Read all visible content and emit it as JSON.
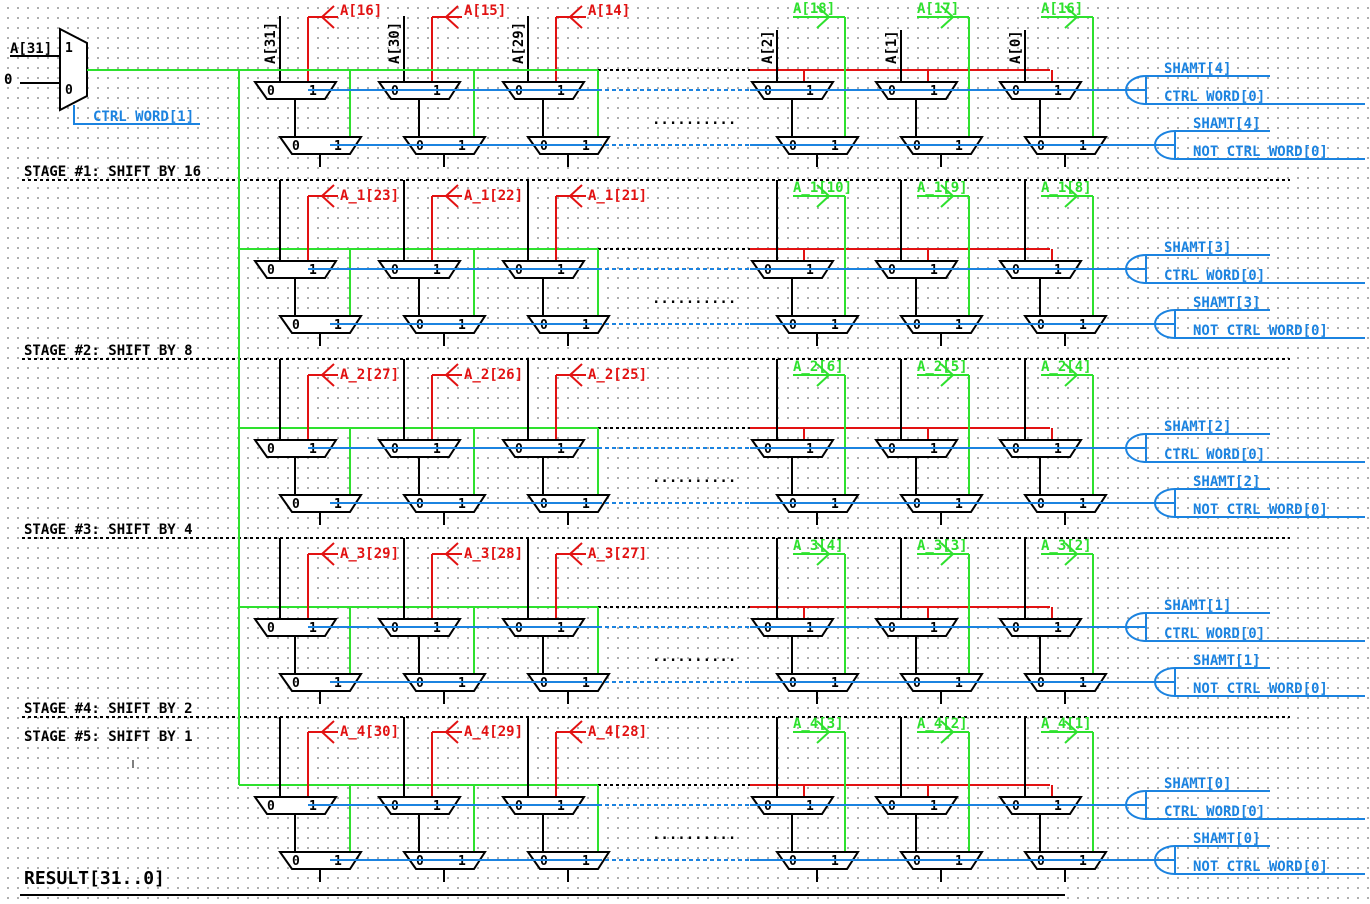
{
  "colors": {
    "black": "#000000",
    "red": "#e21212",
    "green": "#2ee12e",
    "blue": "#1b83e0",
    "gate": "#1b83e0"
  },
  "top_mux": {
    "in1_label": "A[31]",
    "in0_label": "0",
    "sel_label": "CTRL_WORD[1]",
    "port1": "1",
    "port0": "0"
  },
  "top_inputs_left": [
    "A[31]",
    "A[30]",
    "A[29]"
  ],
  "top_inputs_right": [
    "A[2]",
    "A[1]",
    "A[0]"
  ],
  "ellipsis": "..........",
  "mux_port0": "0",
  "mux_port1": "1",
  "stages": [
    {
      "label": "STAGE #1: SHIFT BY 16",
      "red": [
        "A[16]",
        "A[15]",
        "A[14]"
      ],
      "green": [
        "A[18]",
        "A[17]",
        "A[16]"
      ],
      "gate_top": {
        "a": "SHAMT[4]",
        "b": "CTRL_WORD[0]"
      },
      "gate_bot": {
        "a": "SHAMT[4]",
        "b": "NOT_CTRL_WORD[0]"
      }
    },
    {
      "label": "STAGE #2: SHIFT BY 8",
      "red": [
        "A_1[23]",
        "A_1[22]",
        "A_1[21]"
      ],
      "green": [
        "A_1[10]",
        "A_1[9]",
        "A_1[8]"
      ],
      "gate_top": {
        "a": "SHAMT[3]",
        "b": "CTRL_WORD[0]"
      },
      "gate_bot": {
        "a": "SHAMT[3]",
        "b": "NOT_CTRL_WORD[0]"
      }
    },
    {
      "label": "STAGE #3: SHIFT BY 4",
      "red": [
        "A_2[27]",
        "A_2[26]",
        "A_2[25]"
      ],
      "green": [
        "A_2[6]",
        "A_2[5]",
        "A_2[4]"
      ],
      "gate_top": {
        "a": "SHAMT[2]",
        "b": "CTRL_WORD[0]"
      },
      "gate_bot": {
        "a": "SHAMT[2]",
        "b": "NOT_CTRL_WORD[0]"
      }
    },
    {
      "label": "STAGE #4: SHIFT BY 2",
      "red": [
        "A_3[29]",
        "A_3[28]",
        "A_3[27]"
      ],
      "green": [
        "A_3[4]",
        "A_3[3]",
        "A_3[2]"
      ],
      "gate_top": {
        "a": "SHAMT[1]",
        "b": "CTRL_WORD[0]"
      },
      "gate_bot": {
        "a": "SHAMT[1]",
        "b": "NOT_CTRL_WORD[0]"
      }
    },
    {
      "label": "STAGE #5: SHIFT BY 1",
      "red": [
        "A_4[30]",
        "A_4[29]",
        "A_4[28]"
      ],
      "green": [
        "A_4[3]",
        "A_4[2]",
        "A_4[1]"
      ],
      "gate_top": {
        "a": "SHAMT[0]",
        "b": "CTRL_WORD[0]"
      },
      "gate_bot": {
        "a": "SHAMT[0]",
        "b": "NOT_CTRL_WORD[0]"
      }
    }
  ],
  "result_label": "RESULT[31..0]"
}
